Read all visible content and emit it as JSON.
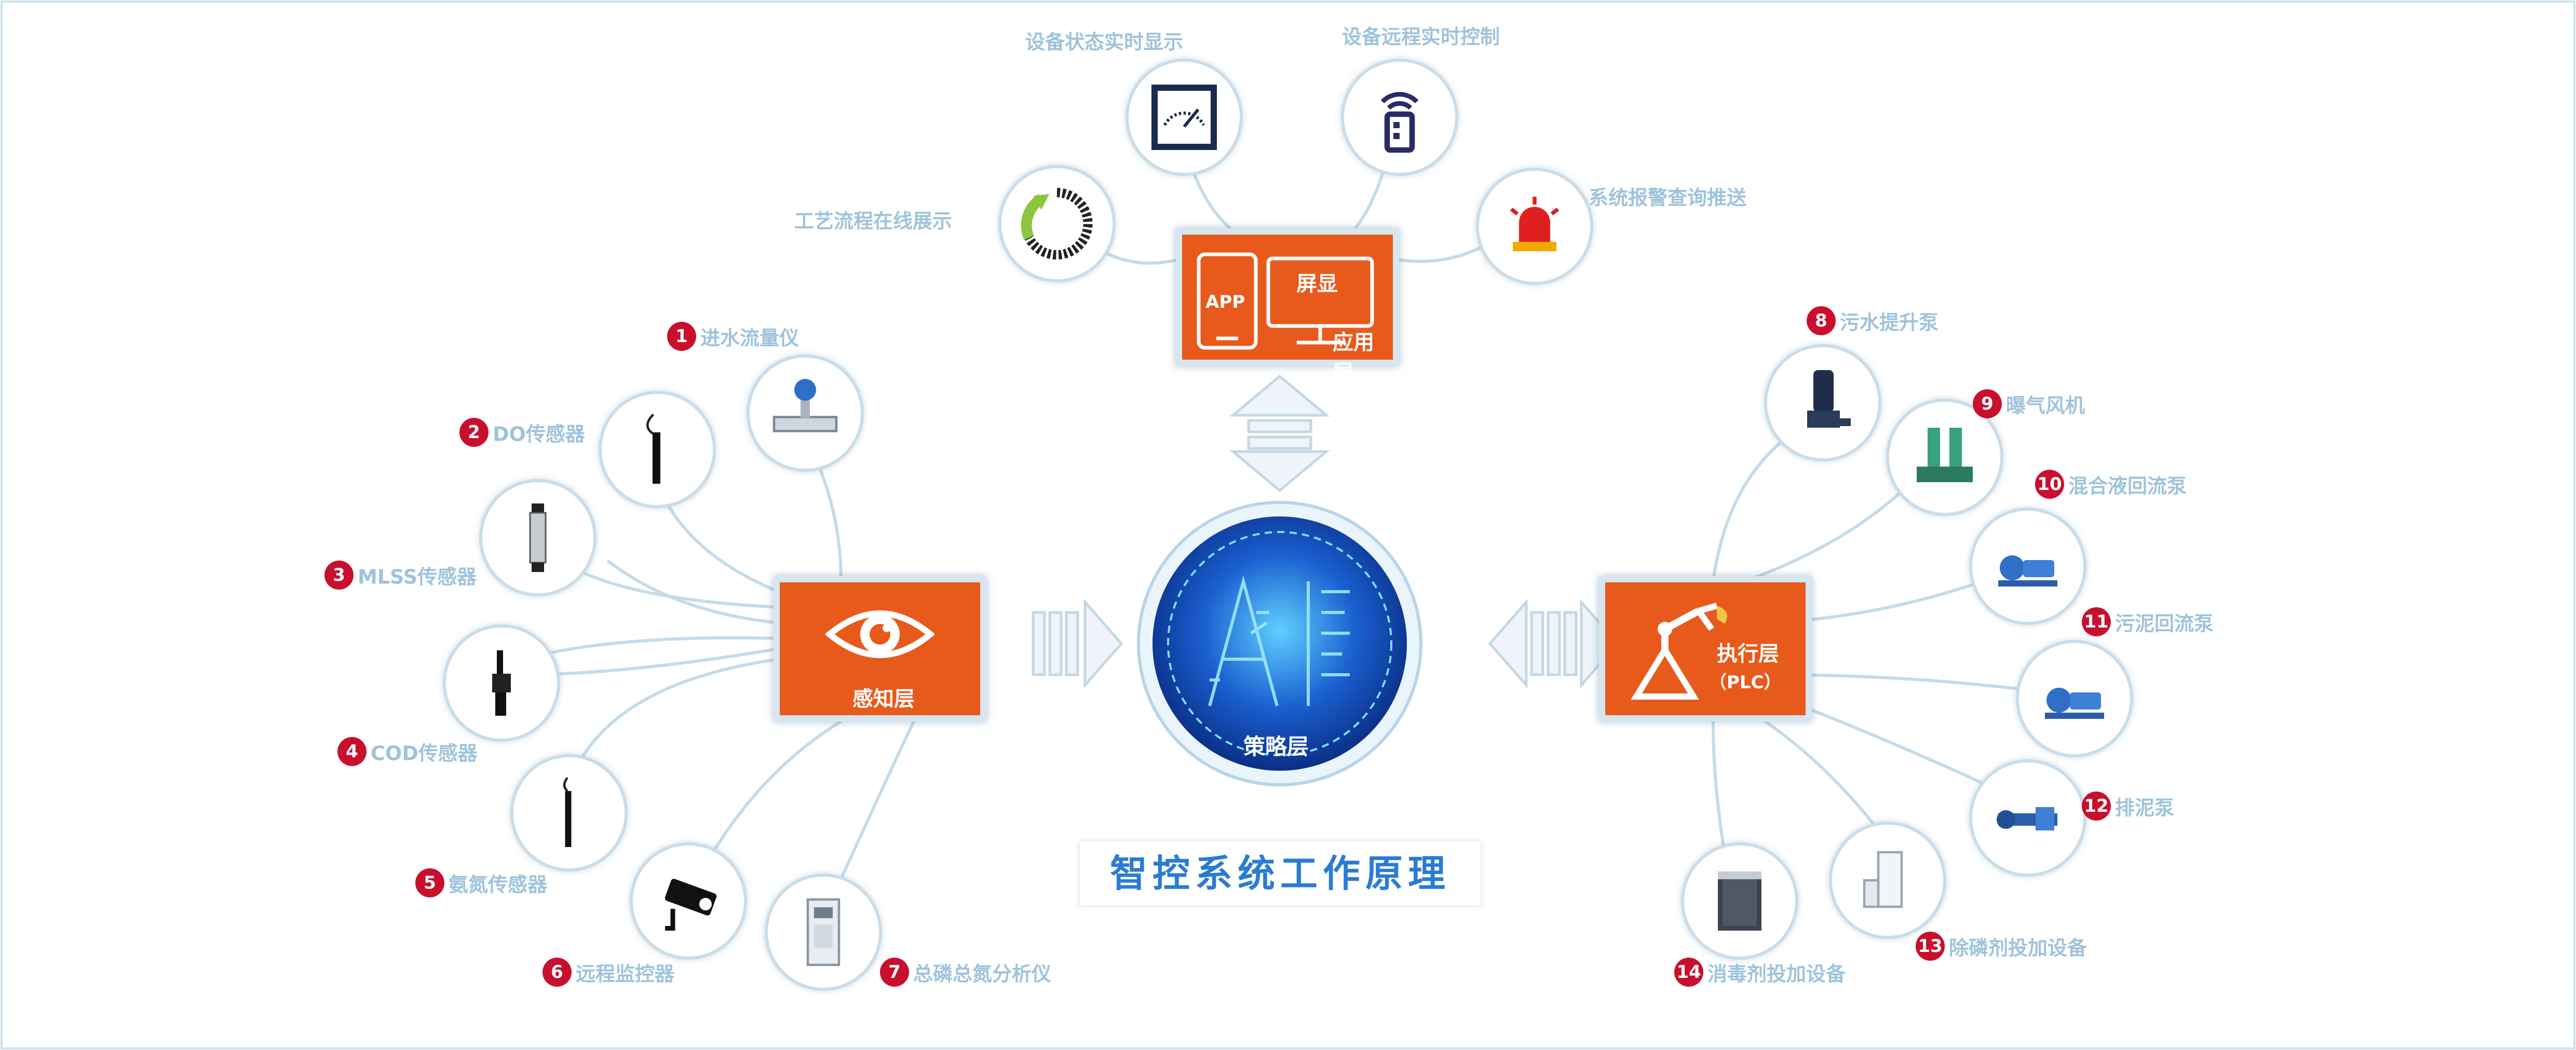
{
  "title": "智控系统工作原理",
  "hubs": {
    "perception": "感知层",
    "strategy": "策略层",
    "strategy_ai": "AI",
    "execution": "执行层",
    "execution_sub": "（PLC）",
    "app_tag": "APP",
    "display": "屏显",
    "application": "应用层"
  },
  "app_items": [
    {
      "label": "工艺流程在线展示",
      "icon": "progress-ring-icon"
    },
    {
      "label": "设备状态实时显示",
      "icon": "gauge-icon"
    },
    {
      "label": "设备远程实时控制",
      "icon": "remote-control-icon"
    },
    {
      "label": "系统报警查询推送",
      "icon": "alarm-light-icon"
    }
  ],
  "sensors": [
    {
      "num": "1",
      "label": "进水流量仪",
      "icon": "flowmeter-icon"
    },
    {
      "num": "2",
      "label": "DO传感器",
      "icon": "probe-icon"
    },
    {
      "num": "3",
      "label": "MLSS传感器",
      "icon": "probe-icon"
    },
    {
      "num": "4",
      "label": "COD传感器",
      "icon": "probe-icon"
    },
    {
      "num": "5",
      "label": "氨氮传感器",
      "icon": "probe-icon"
    },
    {
      "num": "6",
      "label": "远程监控器",
      "icon": "camera-icon"
    },
    {
      "num": "7",
      "label": "总磷总氮分析仪",
      "icon": "analyzer-icon"
    }
  ],
  "actuators": [
    {
      "num": "8",
      "label": "污水提升泵",
      "icon": "submersible-pump-icon"
    },
    {
      "num": "9",
      "label": "曝气风机",
      "icon": "blower-icon"
    },
    {
      "num": "10",
      "label": "混合液回流泵",
      "icon": "pump-icon"
    },
    {
      "num": "11",
      "label": "污泥回流泵",
      "icon": "pump-icon"
    },
    {
      "num": "12",
      "label": "排泥泵",
      "icon": "screw-pump-icon"
    },
    {
      "num": "13",
      "label": "除磷剂投加设备",
      "icon": "dosing-unit-icon"
    },
    {
      "num": "14",
      "label": "消毒剂投加设备",
      "icon": "cabinet-icon"
    }
  ],
  "colors": {
    "hub": "#e85a1c",
    "badge": "#c8102e",
    "label": "#9ec3dc",
    "title": "#2b7bd4",
    "core": "#1a5fd0"
  }
}
